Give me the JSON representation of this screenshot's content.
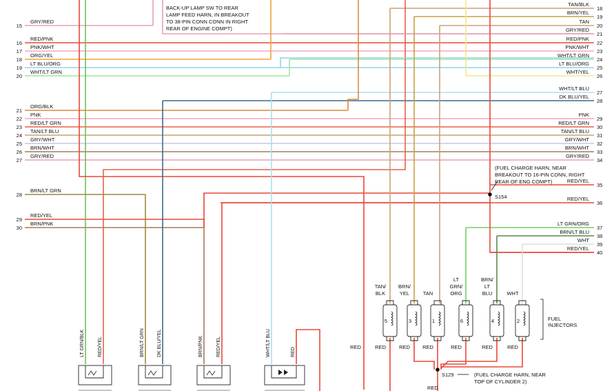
{
  "left_rows": [
    {
      "num": "15",
      "label": "GRY/RED",
      "color": "#e8a0b4"
    },
    {
      "num": "16",
      "label": "RED/PNK",
      "color": "#e8483a"
    },
    {
      "num": "17",
      "label": "PNK/WHT",
      "color": "#f5a8c0"
    },
    {
      "num": "18",
      "label": "ORG/YEL",
      "color": "#f2a23c"
    },
    {
      "num": "19",
      "label": "LT BLU/ORG",
      "color": "#8fd3ea"
    },
    {
      "num": "20",
      "label": "WHT/LT GRN",
      "color": "#9fe59a"
    },
    {
      "num": "21",
      "label": "ORG/BLK",
      "color": "#d98c3a"
    },
    {
      "num": "22",
      "label": "PNK",
      "color": "#f5a3bd"
    },
    {
      "num": "23",
      "label": "RED/LT GRN",
      "color": "#e8604a"
    },
    {
      "num": "24",
      "label": "TAN/LT BLU",
      "color": "#c8a27a"
    },
    {
      "num": "25",
      "label": "GRY/WHT",
      "color": "#c8c8d8"
    },
    {
      "num": "26",
      "label": "BRN/WHT",
      "color": "#a87a55"
    },
    {
      "num": "27",
      "label": "GRY/RED",
      "color": "#e8a0b4"
    },
    {
      "num": "28",
      "label": "BRN/LT GRN",
      "color": "#9a8a3a"
    },
    {
      "num": "29",
      "label": "RED/YEL",
      "color": "#e8483a"
    },
    {
      "num": "30",
      "label": "BRN/PNK",
      "color": "#a87a55"
    }
  ],
  "right_rows": [
    {
      "num": "18",
      "label": "TAN/BLK",
      "color": "#c8a27a"
    },
    {
      "num": "19",
      "label": "BRN/YEL",
      "color": "#c8a040"
    },
    {
      "num": "20",
      "label": "TAN",
      "color": "#c8a27a"
    },
    {
      "num": "21",
      "label": "GRY/RED",
      "color": "#e8a0b4"
    },
    {
      "num": "22",
      "label": "RED/PNK",
      "color": "#e8483a"
    },
    {
      "num": "23",
      "label": "PNK/WHT",
      "color": "#f5a8c0"
    },
    {
      "num": "24",
      "label": "WHT/LT GRN",
      "color": "#9fe59a"
    },
    {
      "num": "25",
      "label": "LT BLU/ORG",
      "color": "#8fd3ea"
    },
    {
      "num": "26",
      "label": "WHT/YEL",
      "color": "#f0e890"
    },
    {
      "num": "27",
      "label": "WHT/LT BLU",
      "color": "#a8e0f0"
    },
    {
      "num": "28",
      "label": "DK BLU/YEL",
      "color": "#3a6a8a"
    },
    {
      "num": "29",
      "label": "PNK",
      "color": "#f5a3bd"
    },
    {
      "num": "30",
      "label": "RED/LT GRN",
      "color": "#e8604a"
    },
    {
      "num": "31",
      "label": "TAN/LT BLU",
      "color": "#c8a27a"
    },
    {
      "num": "32",
      "label": "GRY/WHT",
      "color": "#c8c8d8"
    },
    {
      "num": "33",
      "label": "BRN/WHT",
      "color": "#a87a55"
    },
    {
      "num": "34",
      "label": "GRY/RED",
      "color": "#e8a0b4"
    },
    {
      "num": "35",
      "label": "RED/YEL",
      "color": "#e8483a"
    },
    {
      "num": "36",
      "label": "RED/YEL",
      "color": "#e8483a"
    },
    {
      "num": "37",
      "label": "LT GRN/ORG",
      "color": "#70d060"
    },
    {
      "num": "38",
      "label": "BRN/LT BLU",
      "color": "#5a8a4a"
    },
    {
      "num": "39",
      "label": "WHT",
      "color": "#dddddd"
    },
    {
      "num": "40",
      "label": "RED/YEL",
      "color": "#e8483a"
    }
  ],
  "notes": {
    "backup_lines": [
      "BACK-UP LAMP SW TO REAR",
      "LAMP FEED HARN, IN BREAKOUT",
      "TO 38-PIN CONN CONN IN RIGHT",
      "REAR OF ENGINE COMPT)"
    ],
    "fuel_charge_top": [
      "(FUEL CHARGE HARN, NEAR",
      "BREAKOUT TO 16-PIN CONN, RIGHT",
      "REAR OF ENG COMPT)"
    ],
    "fuel_charge_bottom": [
      "(FUEL CHARGE HARN, NEAR",
      "TOP OF CYLINDER 2)"
    ]
  },
  "splices": {
    "s154": "S154",
    "s129": "S129"
  },
  "injector_group_label": [
    "FUEL",
    "INJECTORS"
  ],
  "injectors": [
    {
      "num": "5",
      "wire_top": [
        "TAN/",
        "BLK"
      ],
      "color": "#c8a27a"
    },
    {
      "num": "3",
      "wire_top": [
        "BRN/",
        "YEL"
      ],
      "color": "#c8a040"
    },
    {
      "num": "1",
      "wire_top": [
        "",
        "TAN"
      ],
      "color": "#c8a27a"
    },
    {
      "num": "6",
      "wire_top": [
        "LT",
        "GRN/",
        "ORG"
      ],
      "color": "#70d060"
    },
    {
      "num": "4",
      "wire_top": [
        "BRN/",
        "LT",
        "BLU"
      ],
      "color": "#5a8a4a"
    },
    {
      "num": "2",
      "wire_top": [
        "",
        "WHT"
      ],
      "color": "#dddddd"
    }
  ],
  "injector_red_label": "RED",
  "bottom_red_label": "RED",
  "sensors": [
    {
      "wire_a": "LT GRN/BLK",
      "wire_b": "RED/YEL"
    },
    {
      "wire_a": "BRN/LT GRN",
      "wire_b": "DK BLU/YEL"
    },
    {
      "wire_a": "BRN/PNK",
      "wire_b": "RED/YEL"
    },
    {
      "wire_a": "WHT/LT BLU",
      "wire_b": "RED"
    }
  ]
}
